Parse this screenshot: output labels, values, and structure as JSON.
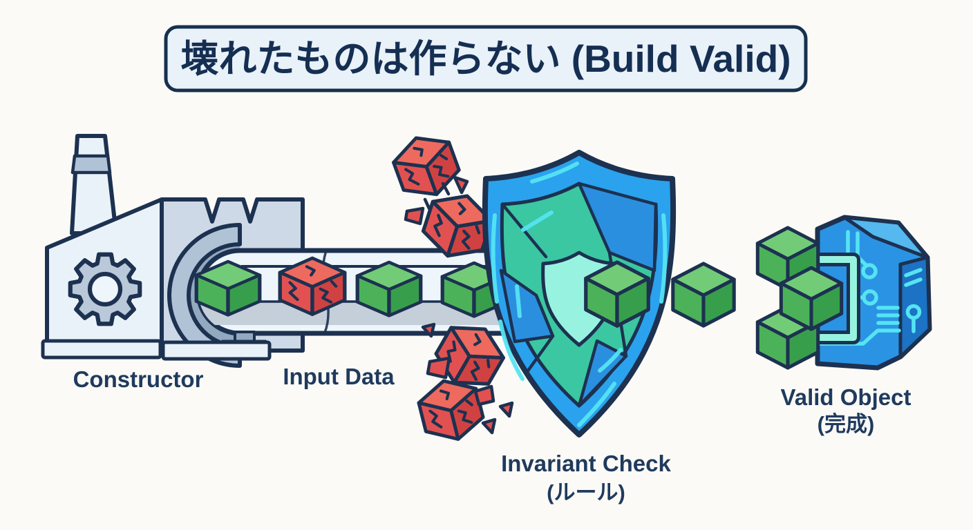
{
  "title": {
    "text": "壊れたものは作らない (Build Valid)"
  },
  "labels": {
    "constructor": "Constructor",
    "input_data": "Input Data",
    "invariant_check": "Invariant Check",
    "invariant_check_sub": "(ルール)",
    "valid_object": "Valid Object",
    "valid_object_sub": "(完成)"
  },
  "scene": {
    "belt_cubes": [
      "valid",
      "invalid",
      "valid",
      "valid"
    ],
    "rejected_invalid_cubes": 4,
    "passed_valid_cubes": 1,
    "assembled_valid_cubes": 3,
    "icons": [
      "factory-icon",
      "gear-icon",
      "conveyor-belt-icon",
      "valid-cube-icon",
      "broken-cube-icon",
      "shield-icon",
      "circuit-object-icon"
    ]
  },
  "colors": {
    "background": "#fbfaf6",
    "outline": "#1d3150",
    "title-box-fill": "#e9f1f9",
    "title-border": "#17304f",
    "title-text": "#152f52",
    "label-text": "#1f3a5e",
    "factory-light": "#eaf2f9",
    "factory-mid": "#cdd9e7",
    "factory-shade": "#b0c3d6",
    "factory-dark": "#93a9bf",
    "gear-fill": "#b9c9da",
    "belt-light": "#eef5fb",
    "belt-gray": "#c4cfda",
    "green-top": "#72cc77",
    "green-left": "#4cb259",
    "green-right": "#379f4b",
    "red-top": "#ee6a5e",
    "red-left": "#e25151",
    "red-right": "#d04242",
    "shield-rim": "#2ba2ee",
    "shield-blue": "#2b8fe0",
    "shield-teal": "#3bc7a2",
    "shield-mint": "#97f3e0",
    "cyan": "#55e4f2",
    "object-front": "#2b93e4",
    "object-side": "#1c72c4",
    "object-top": "#55b8ef"
  }
}
